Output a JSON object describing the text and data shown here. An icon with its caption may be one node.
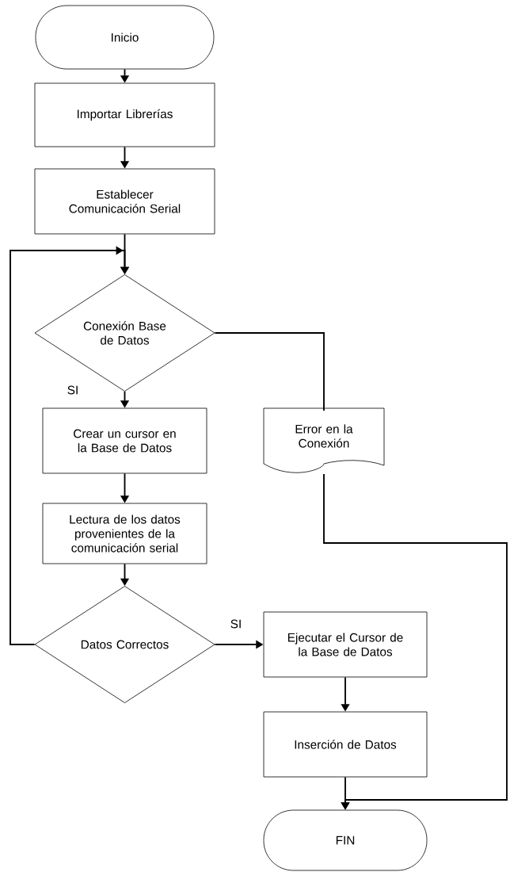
{
  "diagram": {
    "nodes": [
      {
        "text": [
          "Inicio"
        ]
      },
      {
        "text": [
          "Importar Librerías"
        ]
      },
      {
        "text": [
          "Establecer Comunicación Serial"
        ]
      },
      {
        "text": [
          "Conexión Base de Datos"
        ]
      },
      {
        "text": [
          "Crear un cursor en la Base de Datos"
        ]
      },
      {
        "text": [
          "Error en la Conexión"
        ]
      },
      {
        "text": [
          "Lectura de los datos provenientes de la comunicación serial"
        ]
      },
      {
        "text": [
          "Datos Correctos"
        ]
      },
      {
        "text": [
          "Ejecutar el Cursor de la Base de Datos"
        ]
      },
      {
        "text": [
          "Inserción de Datos"
        ]
      },
      {
        "text": [
          "FIN"
        ]
      }
    ],
    "edges": [
      {
        "from": 0,
        "to": 1,
        "arrow": "to"
      },
      {
        "from": 1,
        "to": 2,
        "arrow": "to"
      },
      {
        "from": 2,
        "to": 3,
        "arrow": "to"
      },
      {
        "from": 3,
        "to": 4,
        "arrow": "to",
        "label": "SI"
      },
      {
        "from": 3,
        "to": 5,
        "arrow": "none"
      },
      {
        "from": 4,
        "to": 6,
        "arrow": "to"
      },
      {
        "from": 6,
        "to": 7,
        "arrow": "to"
      },
      {
        "from": 7,
        "to": 8,
        "arrow": "to",
        "label": "SI"
      },
      {
        "from": 7,
        "to": 3,
        "arrow": "to"
      },
      {
        "from": 5,
        "to": 10,
        "arrow": "to"
      },
      {
        "from": 8,
        "to": 9,
        "arrow": "to"
      },
      {
        "from": 9,
        "to": 10,
        "arrow": "to"
      }
    ]
  }
}
